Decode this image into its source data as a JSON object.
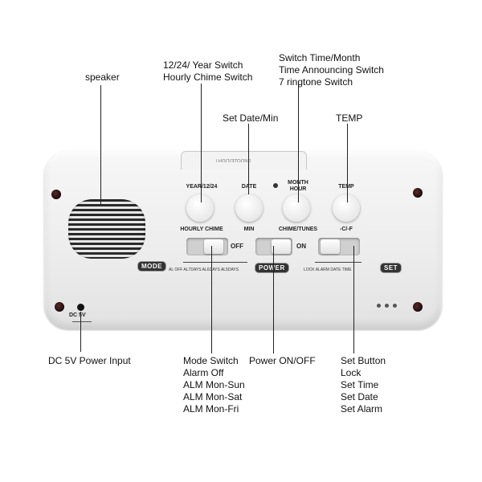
{
  "labels": {
    "speaker": "speaker",
    "year_switch": [
      "12/24/ Year Switch",
      "Hourly Chime Switch"
    ],
    "month_switch": [
      "Switch Time/Month",
      "Time Announcing Switch",
      " 7 ringtone Switch"
    ],
    "date_min": "Set Date/Min",
    "temp": "TEMP",
    "dc_input": "DC 5V Power Input",
    "mode_switch": [
      "Mode Switch",
      "Alarm Off",
      "ALM Mon-Sun",
      "ALM Mon-Sat",
      "ALM Mon-Fri"
    ],
    "power": "Power ON/OFF",
    "set_button": [
      "Set Button",
      "Lock",
      "Set Time",
      "Set Date",
      "Set Alarm"
    ]
  },
  "device": {
    "sticker": "SNOOZE/LIGHT",
    "btn_year": "YEAR/12/24",
    "btn_date": "DATE",
    "btn_month": [
      "MONTH",
      "HOUR"
    ],
    "btn_temp": "TEMP",
    "sub_hourly": "HOURLY CHIME",
    "sub_min": "MIN",
    "sub_chime": "CHIME/TUNES",
    "sub_cf": "-C/-F",
    "mode_badge": "MODE",
    "power_badge": "POWER",
    "set_badge": "SET",
    "off_label": "OFF",
    "on_label": "ON",
    "mode_ticks": "AL OFF  AL7DAYS  AL6DAYS  AL5DAYS",
    "set_ticks": "LOCK   ALARM   DATE TIME",
    "dc_label": "DC 5V"
  }
}
